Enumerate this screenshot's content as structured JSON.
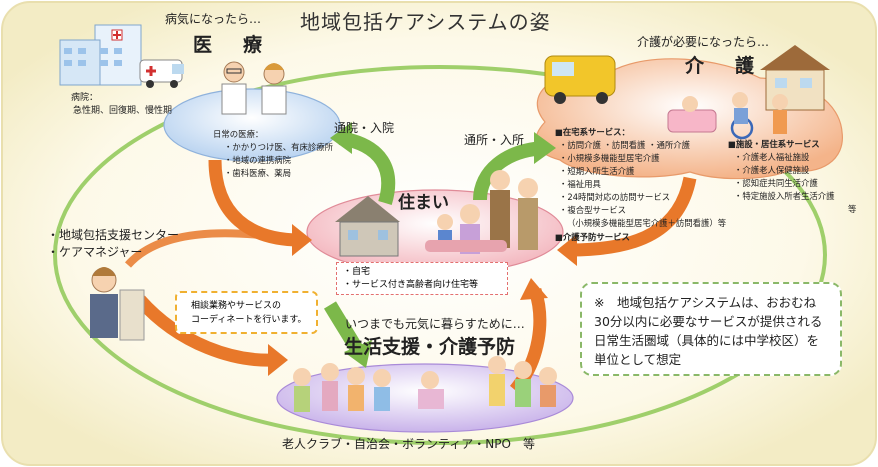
{
  "title": "地域包括ケアシステムの姿",
  "medical": {
    "subtitle": "病気になったら…",
    "heading": "医　療",
    "hospital_label": "病院：",
    "hospital_types": "急性期、回復期、慢性期",
    "daily_label": "日常の医療：",
    "daily_items": [
      "・かかりつけ医、有床診療所",
      "・地域の連携病院",
      "・歯科医療、薬局"
    ]
  },
  "care": {
    "subtitle": "介護が必要になったら…",
    "heading": "介　護",
    "home_services_label": "■在宅系サービス：",
    "home_services": [
      "・訪問介護 ・訪問看護 ・通所介護",
      "・小規模多機能型居宅介護",
      "・短期入所生活介護",
      "・福祉用具",
      "・24時間対応の訪問サービス",
      "・複合型サービス",
      "（小規模多機能型居宅介護＋訪問看護）等"
    ],
    "prevention_label": "■介護予防サービス",
    "facility_label": "■施設・居住系サービス",
    "facility_services": [
      "・介護老人福祉施設",
      "・介護老人保健施設",
      "・認知症共同生活介護",
      "・特定施設入所者生活介護"
    ],
    "facility_suffix": "等"
  },
  "home": {
    "heading": "住まい",
    "items": [
      "・自宅",
      "・サービス付き高齢者向け住宅等"
    ]
  },
  "arrows": {
    "hospital": "通院・入院",
    "daycare": "通所・入所"
  },
  "support_center": {
    "items": [
      "・地域包括支援センター",
      "・ケアマネジャー"
    ],
    "coordination": [
      "相談業務やサービスの",
      "コーディネートを行います。"
    ]
  },
  "life": {
    "subtitle": "いつまでも元気に暮らすために…",
    "heading": "生活支援・介護予防",
    "footer": "老人クラブ・自治会・ボランティア・NPO　等"
  },
  "note": "※　地域包括ケアシステムは、おおむね30分以内に必要なサービスが提供される日常生活圏域（具体的には中学校区）を単位として想定",
  "colors": {
    "ring": "#9fcf6b",
    "medical_blob": "#cfe0f5",
    "care_blob": "#f6c5a4",
    "home_blob": "#f6c9cf",
    "life_blob": "#d9c9ee",
    "arrow_green": "#7cb84a",
    "arrow_orange": "#e8782a"
  }
}
